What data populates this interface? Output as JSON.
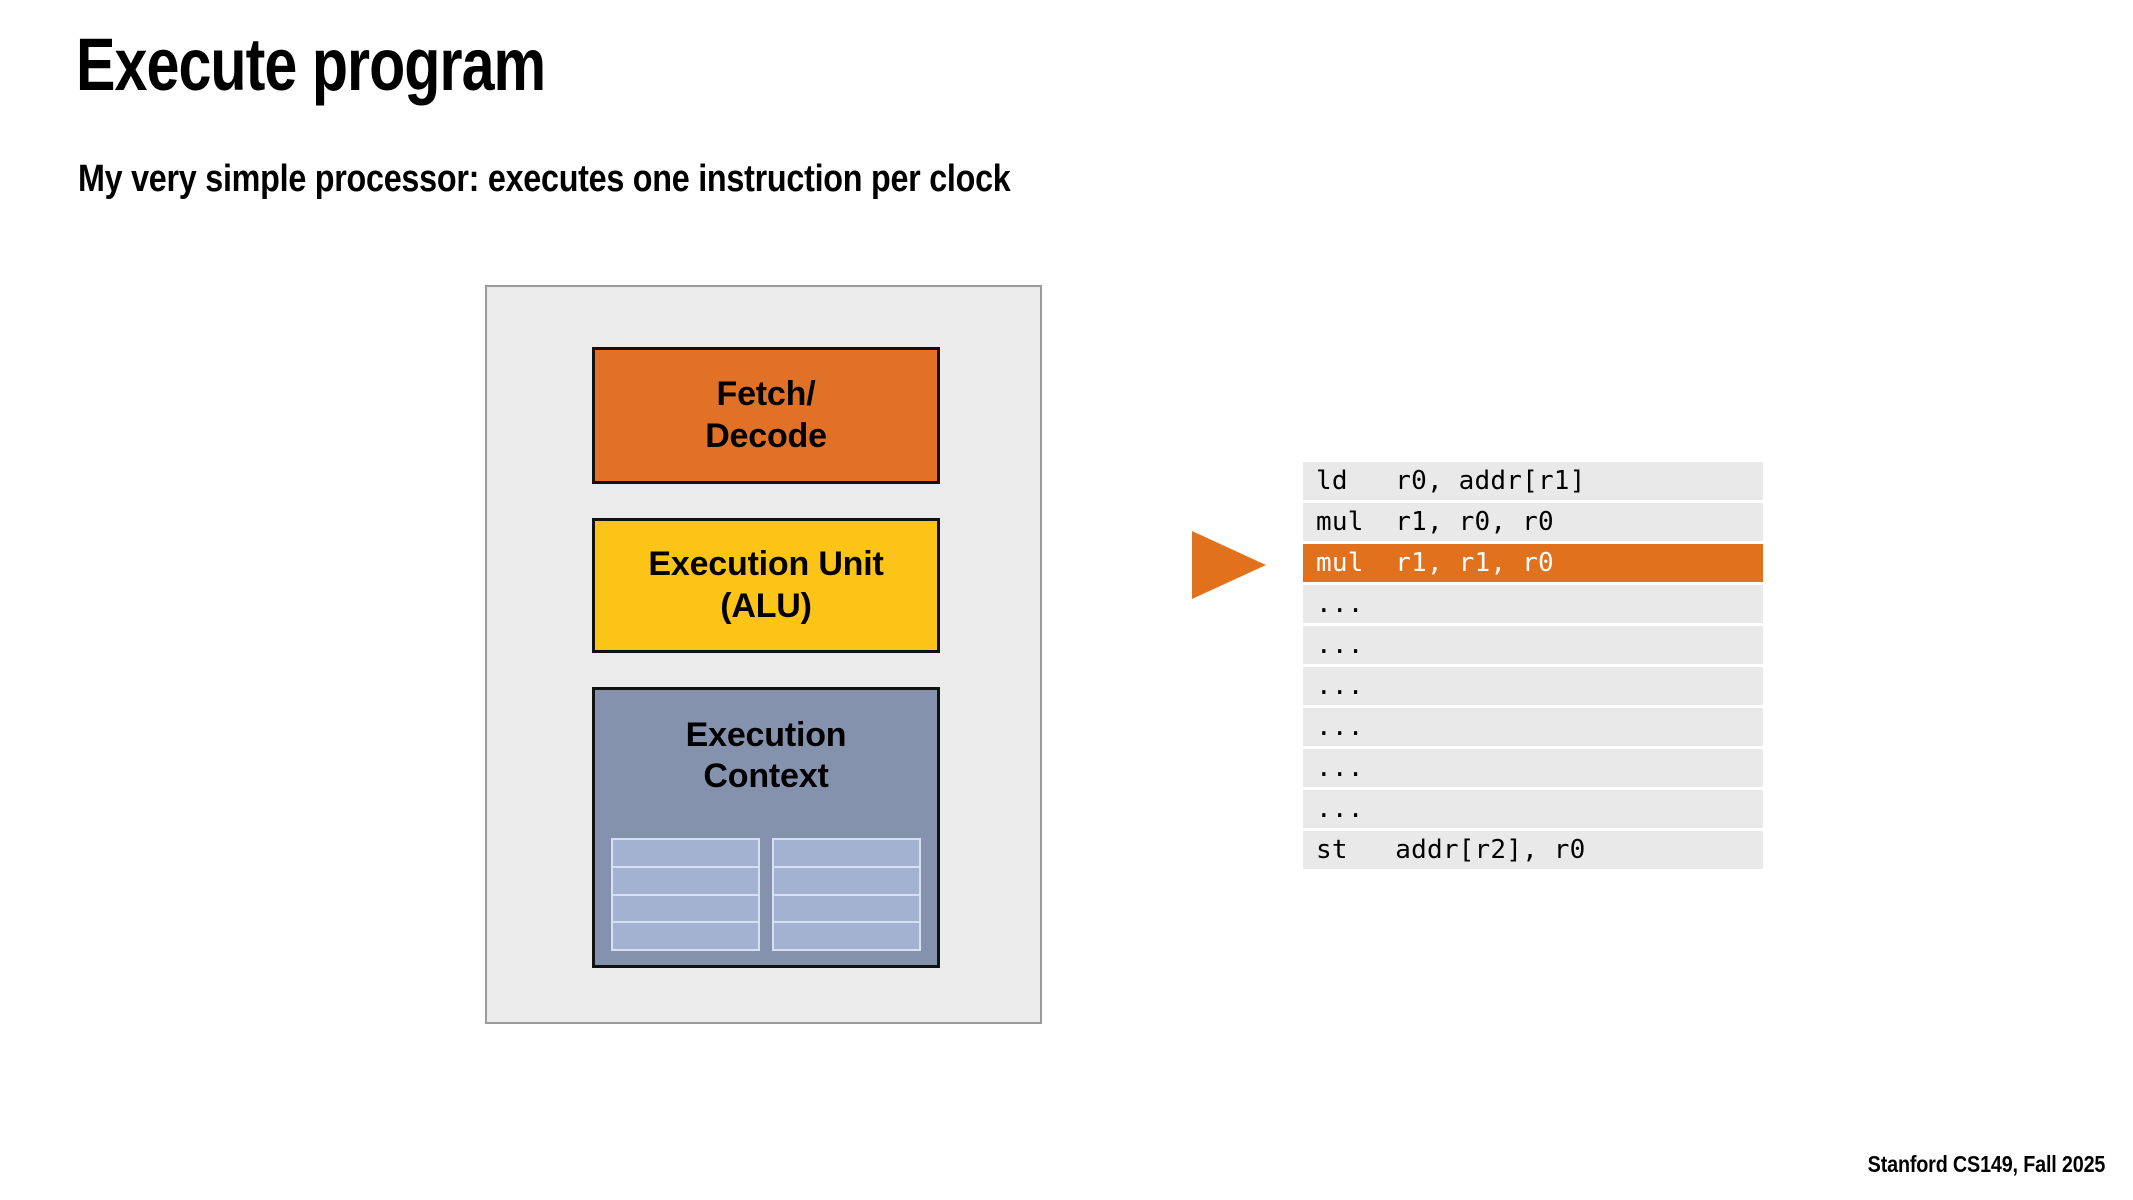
{
  "slide": {
    "title": "Execute program",
    "subtitle": "My very simple processor: executes one instruction per clock",
    "footer": "Stanford CS149, Fall 2025"
  },
  "colors": {
    "fetch_decode": "#e07126",
    "alu": "#fcc417",
    "execution_context": "#8592ad",
    "register_cell": "#a3b2d1",
    "chassis": "#ebebeb",
    "instruction_row": "#e9e9e9",
    "instruction_highlight": "#e2711d",
    "arrow": "#e2711d"
  },
  "processor": {
    "fetch_decode": {
      "line1": "Fetch/",
      "line2": "Decode"
    },
    "alu": {
      "line1": "Execution Unit",
      "line2": "(ALU)"
    },
    "execution_context": {
      "line1": "Execution",
      "line2": "Context"
    },
    "register_banks": [
      {
        "cells": [
          "",
          "",
          "",
          ""
        ]
      },
      {
        "cells": [
          "",
          "",
          "",
          ""
        ]
      }
    ]
  },
  "instruction_stream": {
    "current_index": 2,
    "rows": [
      {
        "text": "ld   r0, addr[r1]",
        "current": false
      },
      {
        "text": "mul  r1, r0, r0",
        "current": false
      },
      {
        "text": "mul  r1, r1, r0",
        "current": true
      },
      {
        "text": "...",
        "current": false
      },
      {
        "text": "...",
        "current": false
      },
      {
        "text": "...",
        "current": false
      },
      {
        "text": "...",
        "current": false
      },
      {
        "text": "...",
        "current": false
      },
      {
        "text": "...",
        "current": false
      },
      {
        "text": "st   addr[r2], r0",
        "current": false
      }
    ]
  }
}
